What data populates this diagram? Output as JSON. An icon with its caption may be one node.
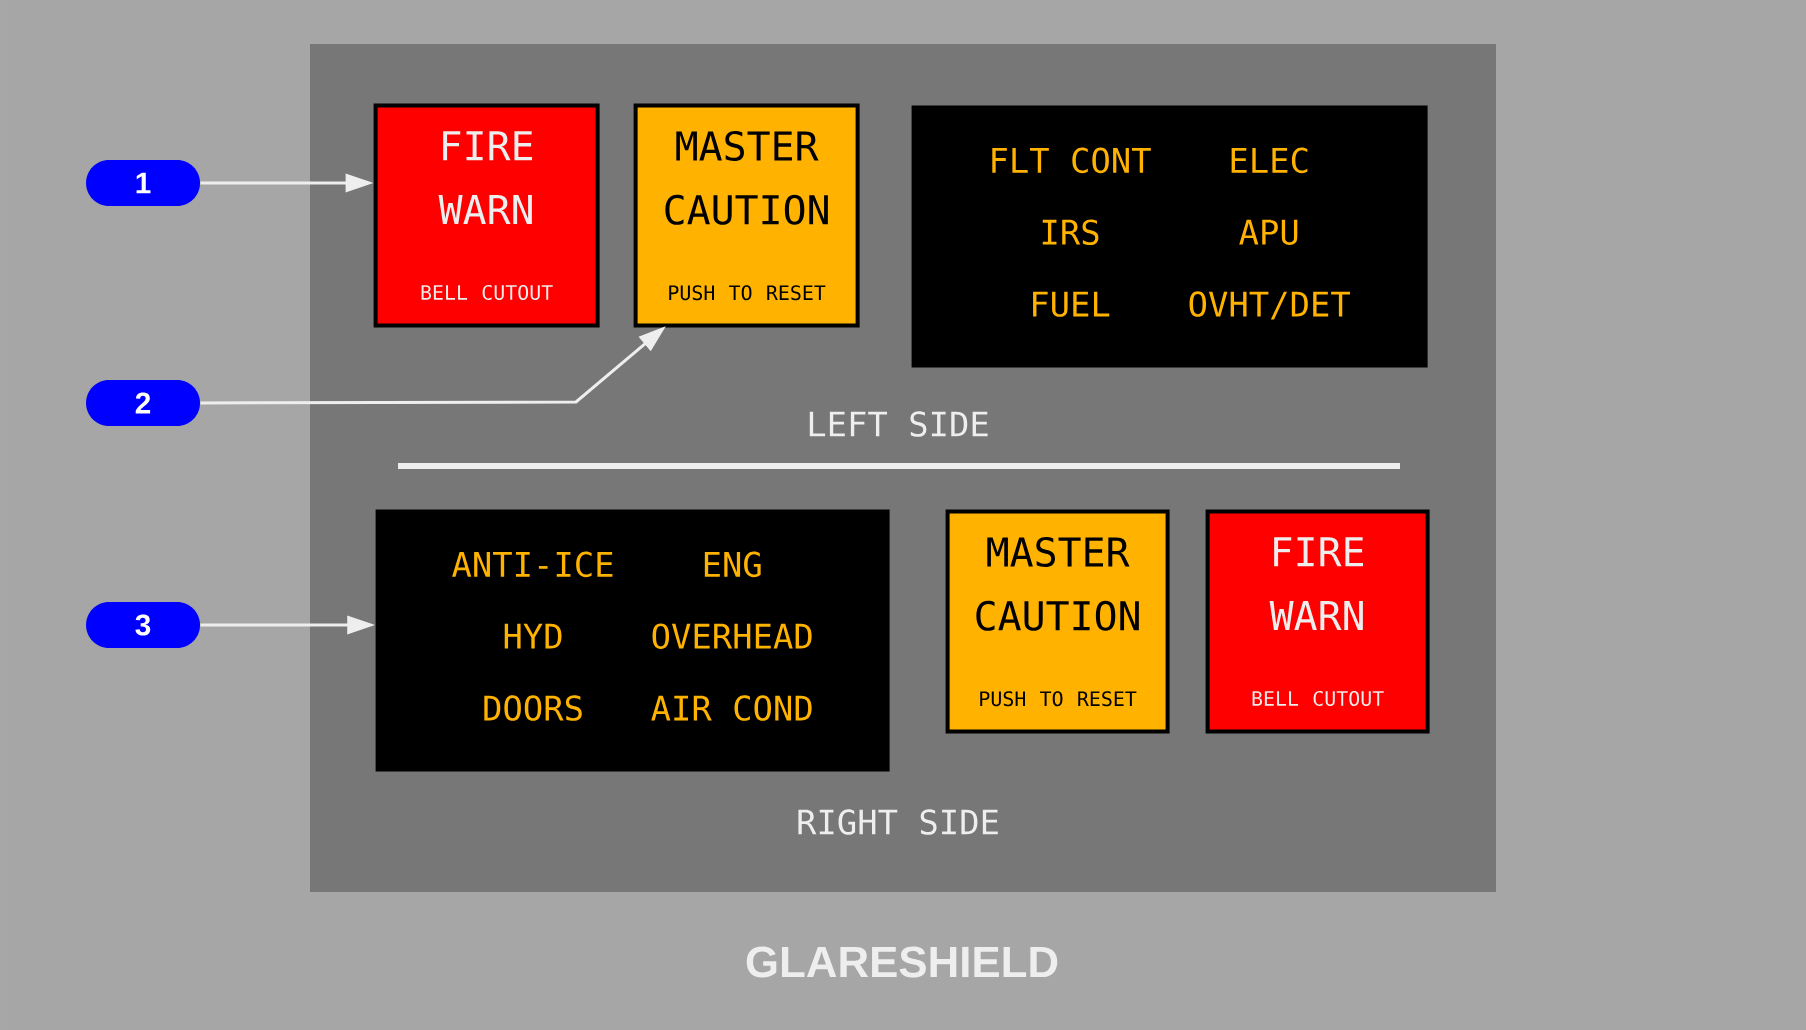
{
  "diagram": {
    "caption": "GLARESHIELD",
    "nodes": [
      {
        "text": [
          "1"
        ]
      },
      {
        "text": [
          "2"
        ]
      },
      {
        "text": [
          "3"
        ]
      },
      {
        "text": [
          "LEFT SIDE",
          "RIGHT SIDE"
        ]
      },
      {
        "text": [
          "FIRE WARN",
          "BELL CUTOUT"
        ],
        "in": 3
      },
      {
        "text": [
          "MASTER CAUTION",
          "PUSH TO RESET"
        ],
        "in": 3
      },
      {
        "text": [
          "FLT CONT",
          "ELEC",
          "IRS",
          "APU",
          "FUEL",
          "OVHT/DET"
        ],
        "in": 3
      },
      {
        "text": [
          "ANTI-ICE",
          "ENG",
          "HYD",
          "OVERHEAD",
          "DOORS",
          "AIR COND"
        ],
        "in": 3
      },
      {
        "text": [
          "MASTER CAUTION",
          "PUSH TO RESET"
        ],
        "in": 3
      },
      {
        "text": [
          "FIRE WARN",
          "BELL CUTOUT"
        ],
        "in": 3
      }
    ],
    "edges": [
      {
        "from": 0,
        "to": 4,
        "arrow": "to"
      },
      {
        "from": 1,
        "to": 5,
        "arrow": "to"
      },
      {
        "from": 2,
        "to": 7,
        "arrow": "to"
      }
    ]
  }
}
